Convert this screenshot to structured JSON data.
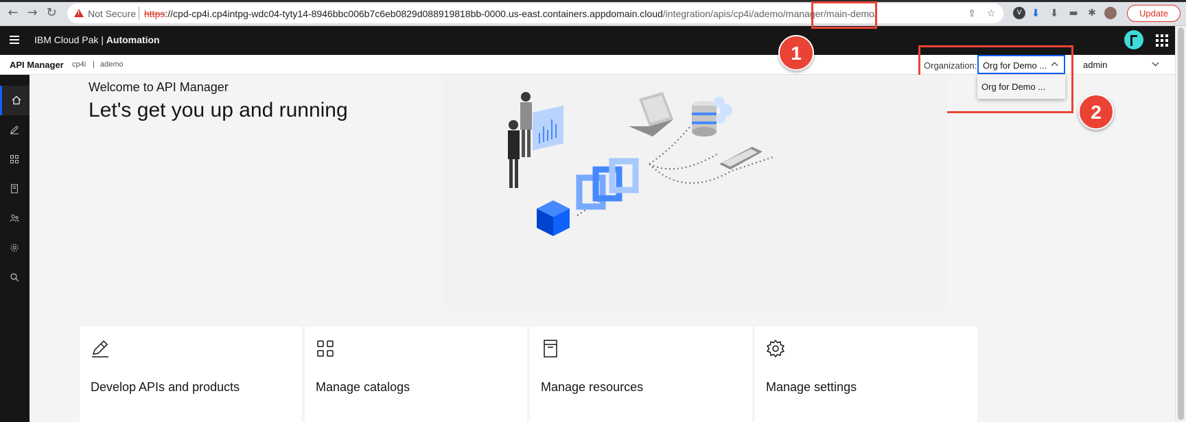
{
  "browser": {
    "not_secure": "Not Secure",
    "url_scheme": "https",
    "url_host": "://cpd-cp4i.cp4intpg-wdc04-tyty14-8946bbc006b7c6eb0829d088919818bb-0000.us-east.containers.appdomain.cloud",
    "url_path": "/integration/apis/cp4i/ademo/manager/main-demo/",
    "update_label": "Update"
  },
  "header": {
    "brand_prefix": "IBM Cloud Pak | ",
    "brand_product": "Automation"
  },
  "subheader": {
    "app_name": "API Manager",
    "crumb_1": "cp4i",
    "crumb_sep": "|",
    "crumb_2": "ademo",
    "org_label": "Organization:",
    "org_selected": "Org for Demo ...",
    "user": "admin"
  },
  "org_dropdown": {
    "options": [
      "Org for Demo ..."
    ]
  },
  "annotations": {
    "badge_1": "1",
    "badge_2": "2"
  },
  "main": {
    "welcome": "Welcome to API Manager",
    "headline": "Let's get you up and running"
  },
  "cards": [
    {
      "title": "Develop APIs and products",
      "icon": "pencil-icon"
    },
    {
      "title": "Manage catalogs",
      "icon": "grid-icon"
    },
    {
      "title": "Manage resources",
      "icon": "document-icon"
    },
    {
      "title": "Manage settings",
      "icon": "gear-icon"
    }
  ],
  "colors": {
    "annotation": "#ea4335",
    "accent": "#0f62fe",
    "shell": "#161616"
  }
}
